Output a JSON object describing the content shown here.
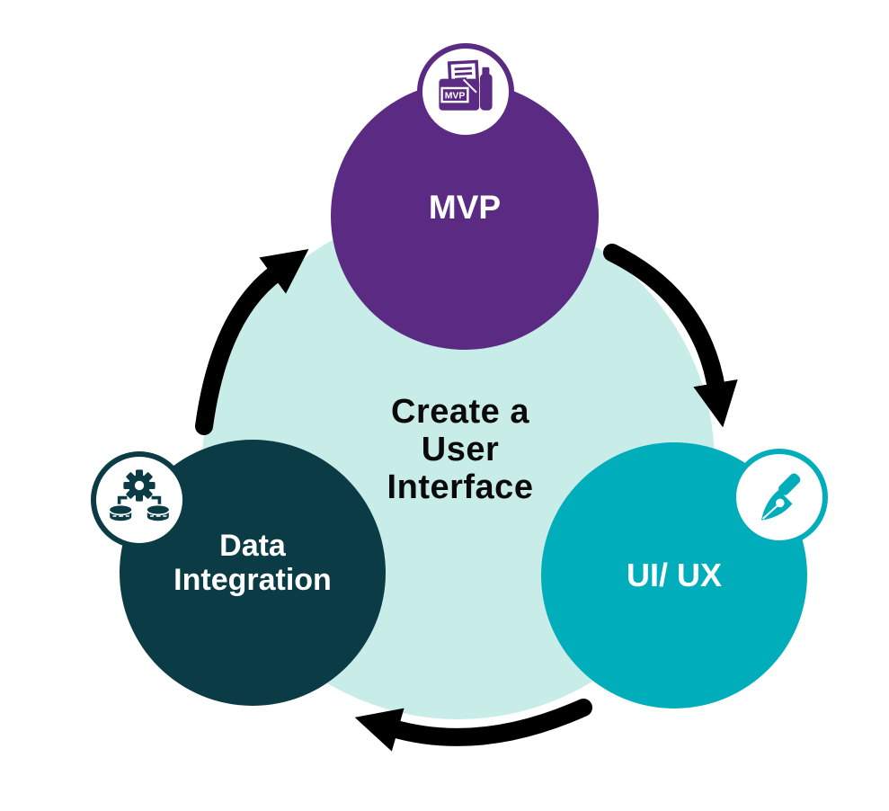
{
  "center": {
    "text": "Create a\nUser\nInterface"
  },
  "nodes": {
    "mvp": {
      "label": "MVP",
      "color": "#5B2B84",
      "icon": "mvp-package-icon",
      "icon_text": "MVP"
    },
    "uiux": {
      "label": "UI/ UX",
      "color": "#00AEBB",
      "icon": "pen-nib-icon"
    },
    "data": {
      "label": "Data\nIntegration",
      "color": "#0B3B45",
      "icon": "gear-database-icon"
    }
  },
  "cycle": {
    "direction": "clockwise",
    "arrows": [
      {
        "from": "MVP",
        "to": "UI/ UX"
      },
      {
        "from": "UI/ UX",
        "to": "Data Integration"
      },
      {
        "from": "Data Integration",
        "to": "MVP"
      }
    ]
  },
  "colors": {
    "background": "#FFFFFF",
    "cycle_fill": "#C8EDE9",
    "arrow": "#000000",
    "node_text": "#FFFFFF",
    "center_text": "#0A0A0A"
  }
}
